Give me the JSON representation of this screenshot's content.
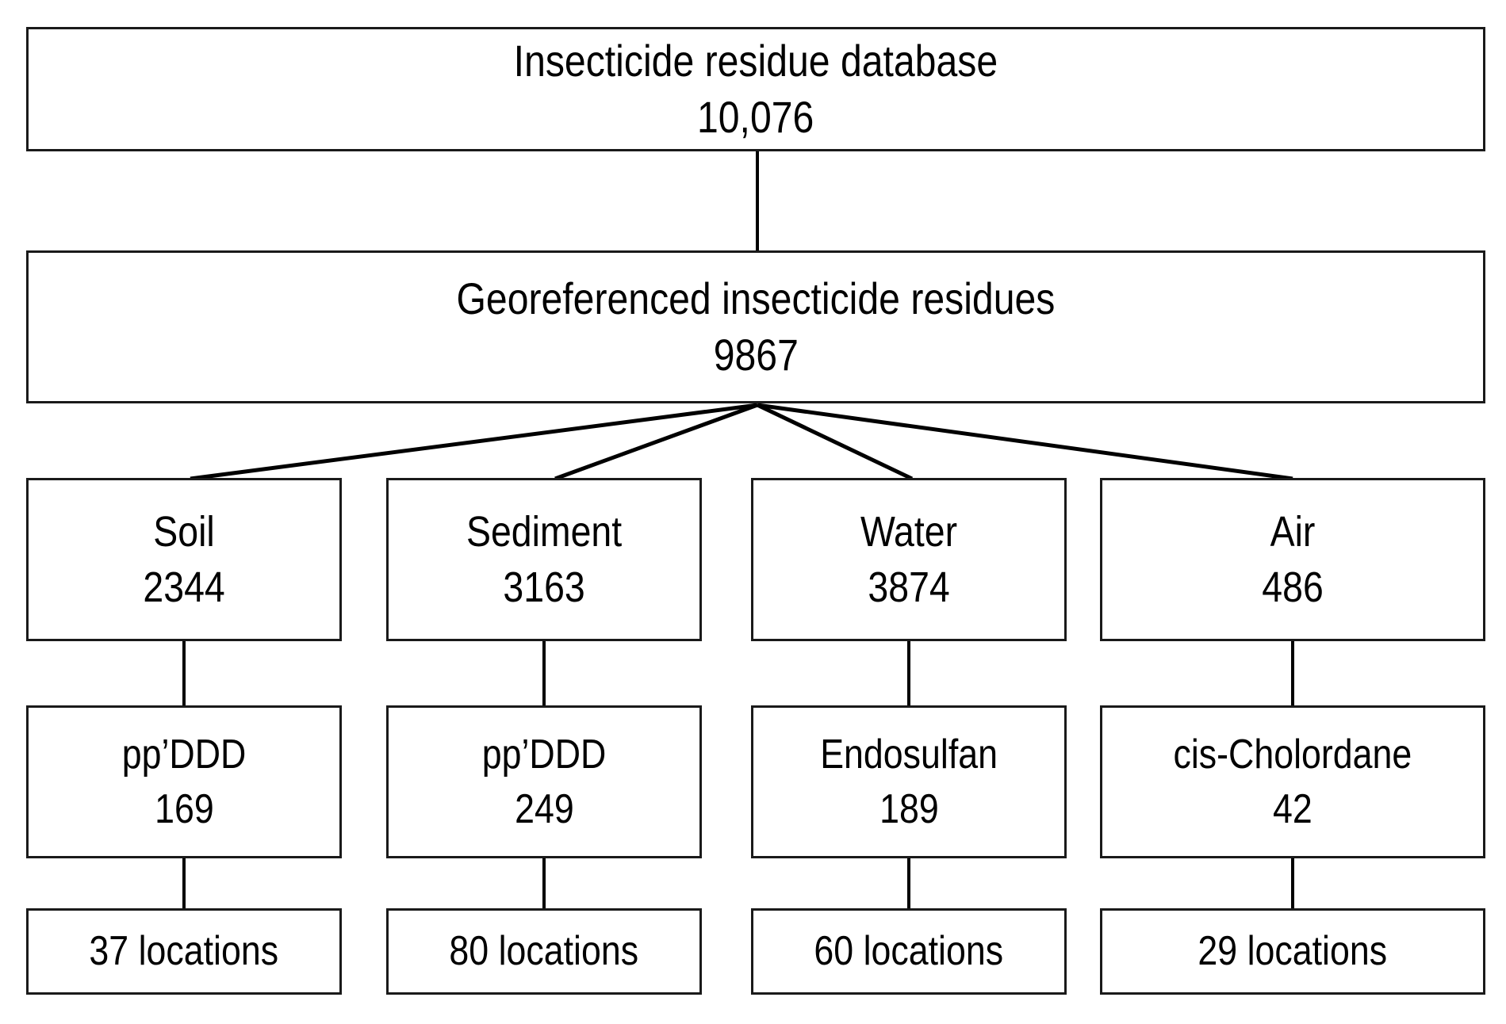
{
  "figure": {
    "type": "flowchart",
    "orientation": "top-down",
    "style": {
      "box_border_color": "#1a1a1a",
      "box_fill_color": "#ffffff",
      "connector_color": "#000000",
      "text_color": "#000000",
      "background_color": "#ffffff"
    }
  },
  "root": {
    "title": "Insecticide residue database",
    "count": "10,076"
  },
  "georeferenced": {
    "title": "Georeferenced insecticide residues",
    "count": "9867"
  },
  "media": [
    {
      "title": "Soil",
      "count": "2344"
    },
    {
      "title": "Sediment",
      "count": "3163"
    },
    {
      "title": "Water",
      "count": "3874"
    },
    {
      "title": "Air",
      "count": "486"
    }
  ],
  "compounds": [
    {
      "title": "pp’DDD",
      "count": "169"
    },
    {
      "title": "pp’DDD",
      "count": "249"
    },
    {
      "title": "Endosulfan",
      "count": "189"
    },
    {
      "title": "cis-Cholordane",
      "count": "42"
    }
  ],
  "locations": [
    {
      "label": "37 locations"
    },
    {
      "label": "80 locations"
    },
    {
      "label": "60 locations"
    },
    {
      "label": "29 locations"
    }
  ]
}
